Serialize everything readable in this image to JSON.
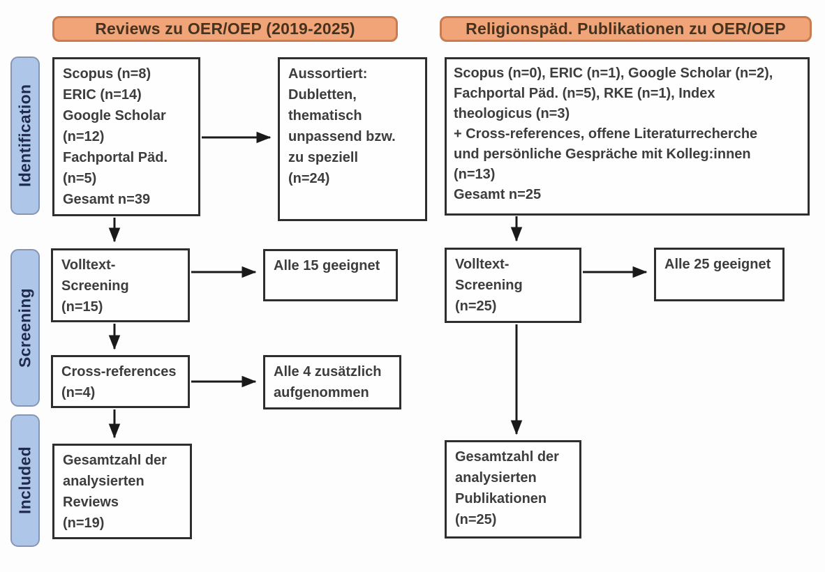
{
  "headers": {
    "left": "Reviews zu OER/OEP (2019-2025)",
    "right": "Religionspäd. Publikationen zu OER/OEP"
  },
  "stages": {
    "identification": "Identification",
    "screening": "Screening",
    "included": "Included"
  },
  "boxes": {
    "left_identification": "Scopus (n=8)\nERIC (n=14)\nGoogle Scholar\n(n=12)\nFachportal Päd.\n(n=5)\nGesamt n=39",
    "left_excluded": "Aussortiert:\nDubletten,\nthematisch\nunpassend bzw.\nzu speziell\n(n=24)",
    "left_screening": "Volltext-\nScreening\n(n=15)",
    "left_screening_result": "Alle 15 geeignet",
    "left_crossref": "Cross-references\n(n=4)",
    "left_crossref_result": "Alle 4 zusätzlich\naufgenommen",
    "left_included": "Gesamtzahl der\nanalysierten\nReviews\n(n=19)",
    "right_identification": "Scopus (n=0), ERIC (n=1), Google Scholar (n=2),\nFachportal Päd. (n=5), RKE (n=1), Index\ntheologicus (n=3)\n+ Cross-references, offene Literaturrecherche\nund persönliche Gespräche mit Kolleg:innen\n(n=13)\nGesamt n=25",
    "right_screening": "Volltext-\nScreening\n(n=25)",
    "right_screening_result": "Alle 25 geeignet",
    "right_included": "Gesamtzahl der\nanalysierten\nPublikationen\n(n=25)"
  },
  "colors": {
    "header_fill": "#F1A478",
    "header_border": "#C87C52",
    "stage_fill": "#AEC7E8",
    "stage_border": "#8795B5",
    "stage_text": "#1F2A4E",
    "box_border": "#2E2E2E",
    "box_text": "#3D3D3D",
    "arrow": "#1A1A1A"
  }
}
